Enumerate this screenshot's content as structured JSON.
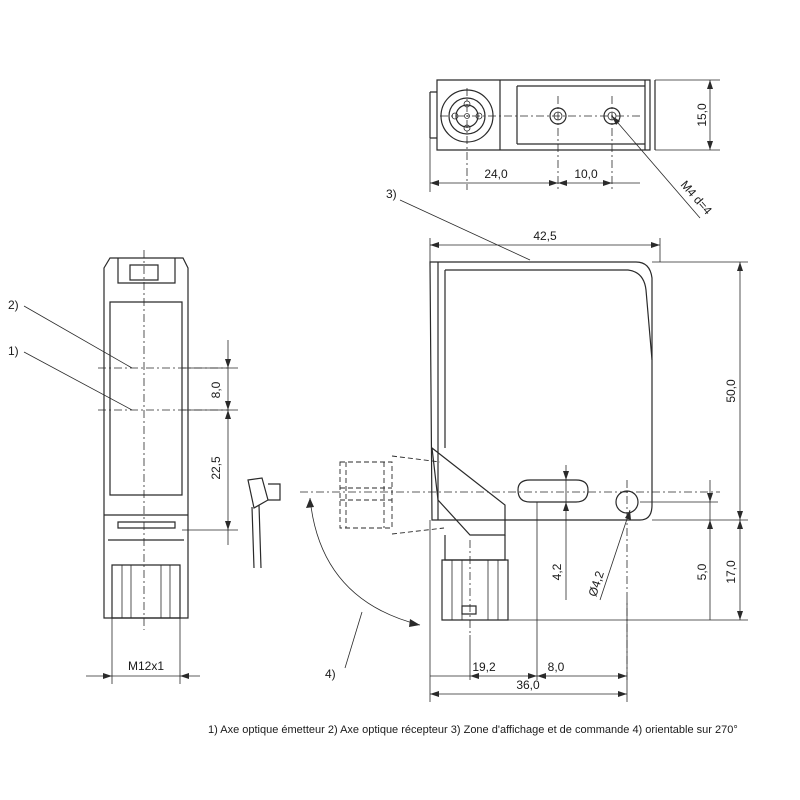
{
  "dimensions": {
    "top_height": "15,0",
    "top_width_a": "24,0",
    "top_width_b": "10,0",
    "thread_note": "M4 d=4",
    "body_width": "42,5",
    "body_height": "50,0",
    "optic_spacing": "8,0",
    "optic_height": "22,5",
    "slot_height": "4,2",
    "hole_diameter": "Ø4,2",
    "bottom_offset": "5,0",
    "bottom_height": "17,0",
    "base_a": "19,2",
    "base_b": "8,0",
    "base_total": "36,0",
    "connector": "M12x1"
  },
  "callouts": {
    "c1": "1)",
    "c2": "2)",
    "c3": "3)",
    "c4": "4)"
  },
  "caption": "1) Axe optique émetteur  2) Axe optique récepteur  3) Zone d'affichage et de commande  4) orientable sur 270°"
}
